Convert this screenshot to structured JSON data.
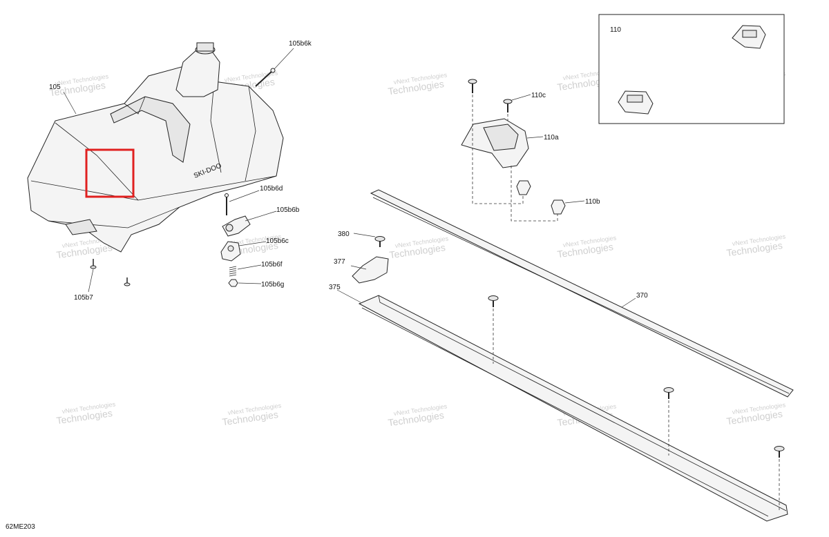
{
  "figure_code": "62ME203",
  "labels": {
    "p105": "105",
    "p105b6k": "105b6k",
    "p105b6d": "105b6d",
    "p105b6b": "105b6b",
    "p105b6c": "105b6c",
    "p105b6f": "105b6f",
    "p105b6g": "105b6g",
    "p105b7": "105b7",
    "p110": "110",
    "p110a": "110a",
    "p110b": "110b",
    "p110c": "110c",
    "p370": "370",
    "p375": "375",
    "p377": "377",
    "p380": "380"
  },
  "watermark": {
    "line1": "vNext Technologies",
    "line2": "Technologies"
  },
  "colors": {
    "highlight": "#e0201f",
    "line": "#222222",
    "watermark": "#cfcfcf"
  }
}
